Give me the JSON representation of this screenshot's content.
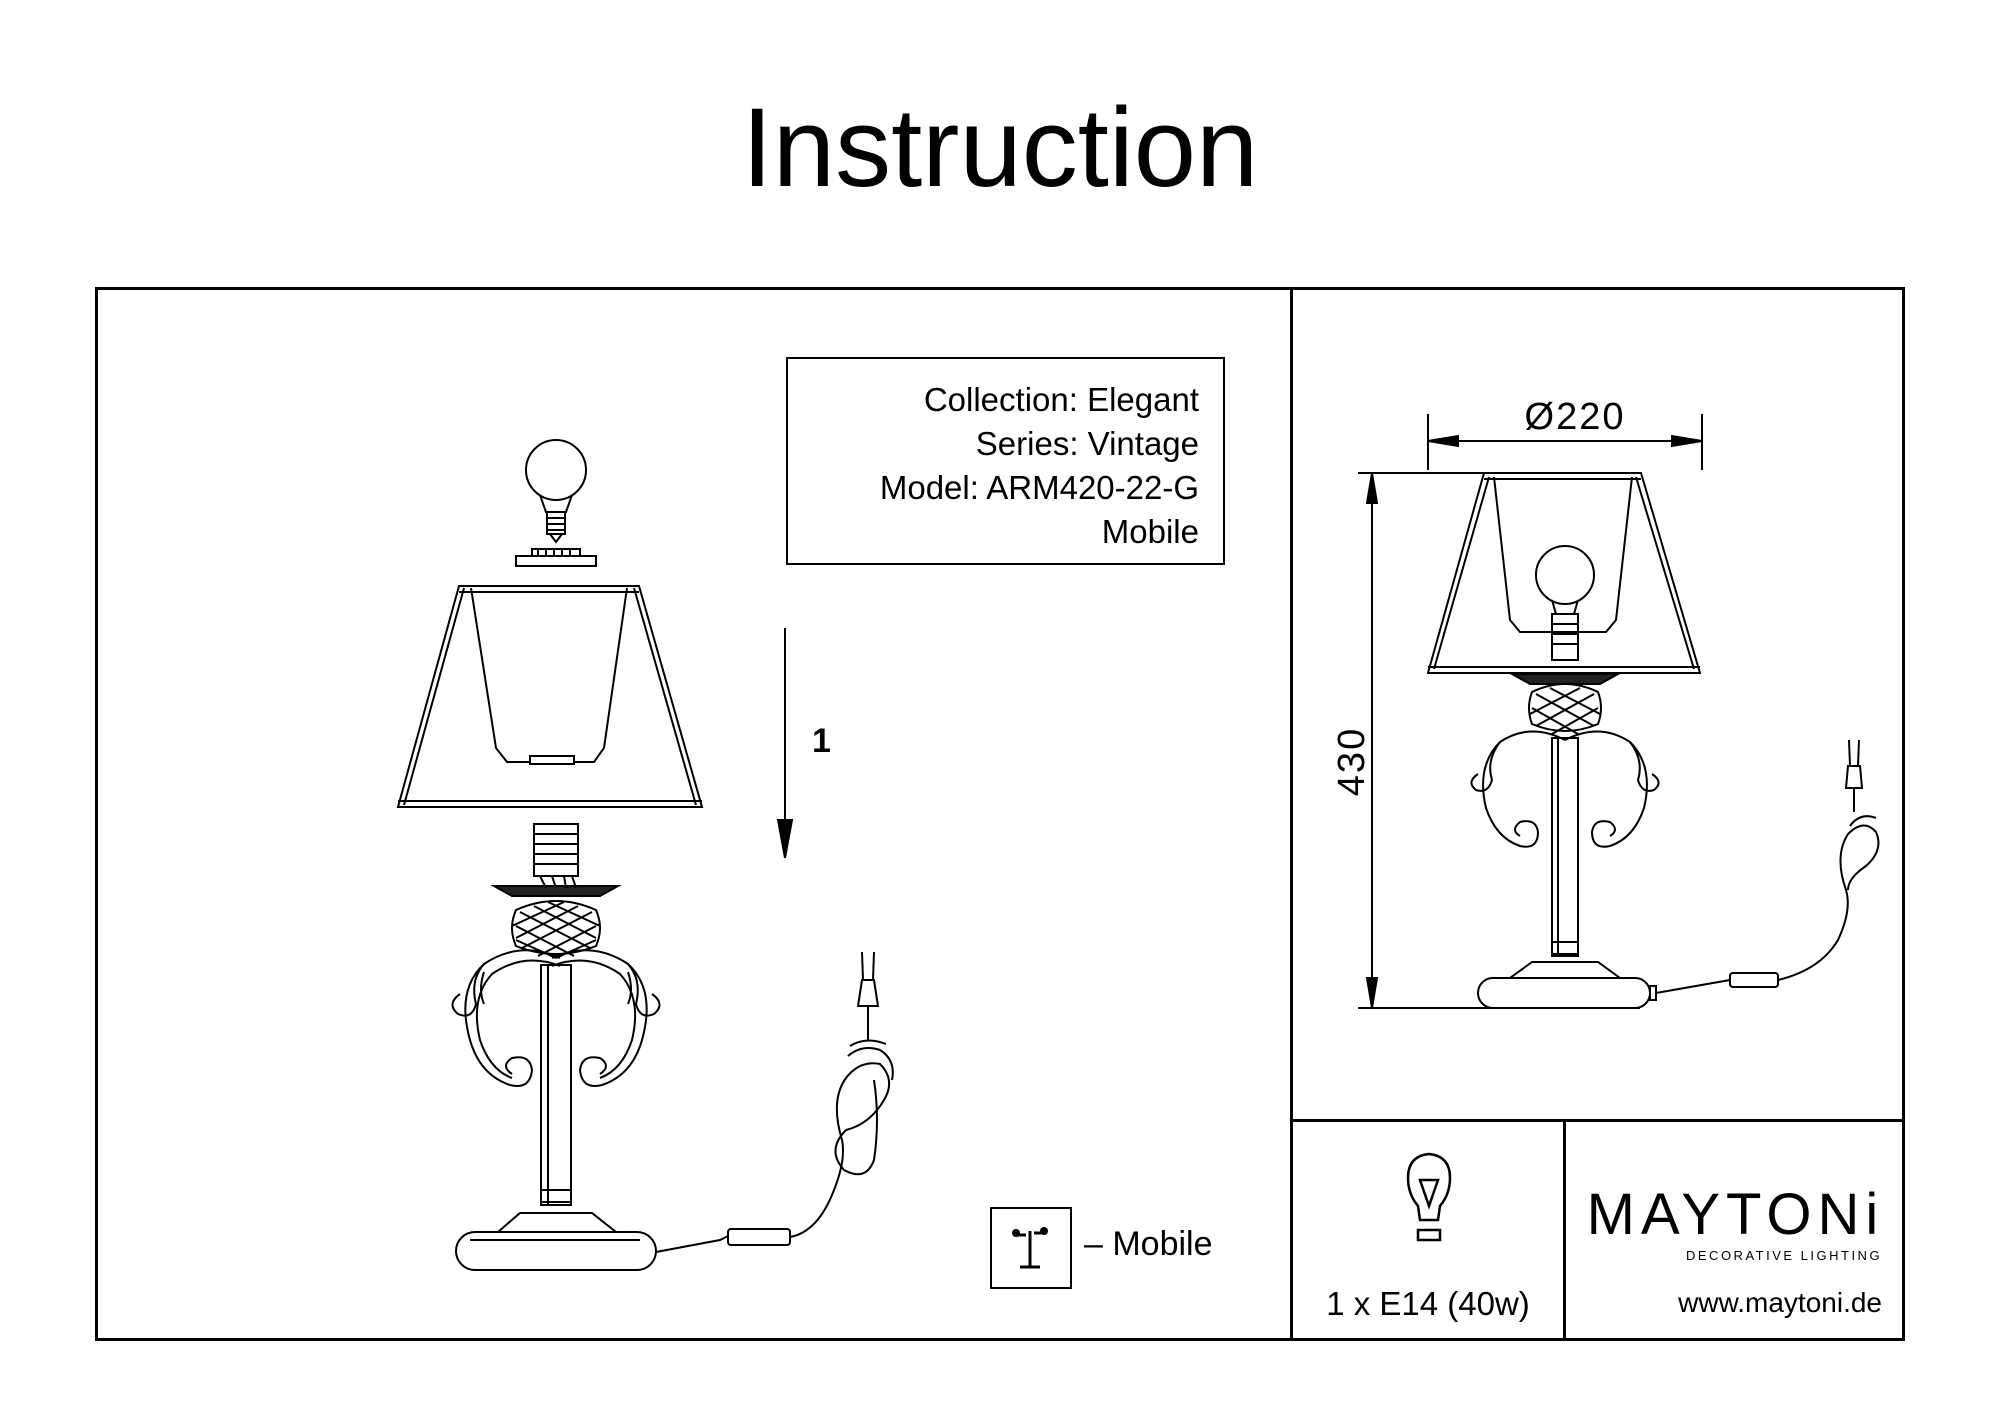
{
  "title": "Instruction",
  "info": {
    "collection": "Collection: Elegant",
    "series": "Series: Vintage",
    "model": "Model: ARM420-22-G",
    "type": "Mobile"
  },
  "assembly": {
    "step_number": "1"
  },
  "legend": {
    "mobile_label": "– Mobile"
  },
  "dimensions": {
    "diameter": "Ø220",
    "height": "430"
  },
  "bulb": {
    "spec": "1 x E14 (40w)"
  },
  "brand": {
    "name": "MAYTONi",
    "tagline": "DECORATIVE LIGHTING",
    "website": "www.maytoni.de"
  }
}
